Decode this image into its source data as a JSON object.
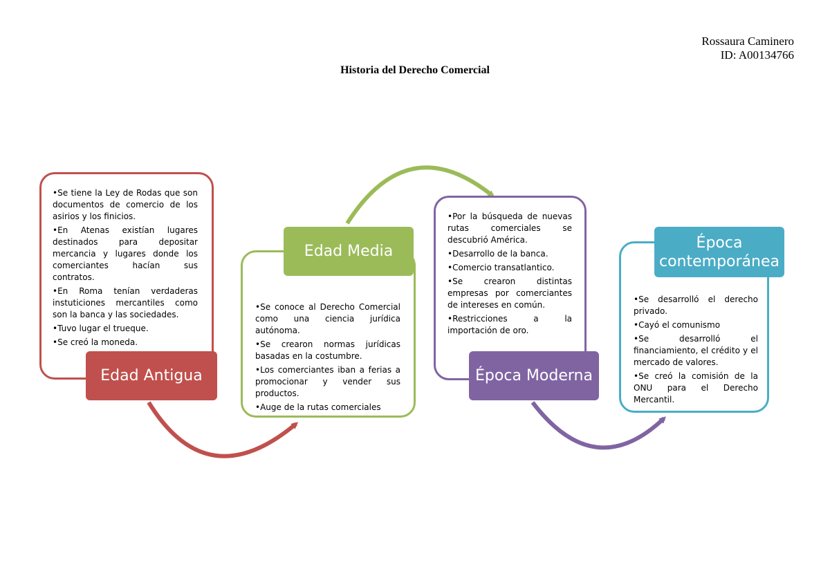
{
  "author": {
    "name": "Rossaura Caminero",
    "id": "ID: A00134766"
  },
  "title": "Historia del Derecho Comercial",
  "colors": {
    "antigua": "#c0504d",
    "media": "#9bbb59",
    "moderna": "#8064a2",
    "contemporanea": "#4bacc6"
  },
  "stages": [
    {
      "label": "Edad Antigua",
      "bullets": [
        "Se tiene la Ley de Rodas que son documentos de comercio de los asirios y los finicios.",
        "En Atenas existían lugares destinados para depositar mercancia y lugares donde los comerciantes hacían sus contratos.",
        "En Roma tenían verdaderas instuticiones mercantiles como son la banca y las sociedades.",
        "Tuvo lugar el trueque.",
        "Se creó la moneda."
      ]
    },
    {
      "label": "Edad Media",
      "bullets": [
        "Se conoce al Derecho Comercial como una ciencia jurídica autónoma.",
        "Se crearon normas jurídicas basadas en la costumbre.",
        "Los comerciantes iban a ferias a promocionar y vender sus productos.",
        "Auge de la rutas comerciales"
      ]
    },
    {
      "label": "Época Moderna",
      "bullets": [
        "Por la búsqueda de nuevas rutas comerciales se descubrió América.",
        "Desarrollo de la banca.",
        "Comercio transatlantico.",
        "Se crearon distintas empresas por comerciantes de intereses en común.",
        "Restricciones a la importación de oro."
      ]
    },
    {
      "label": "Época contemporánea",
      "bullets": [
        "Se desarrolló el derecho privado.",
        "Cayó el comunismo",
        "Se desarrolló el financiamiento, el crédito y el mercado de valores.",
        "Se creó la comisión de la ONU para el Derecho Mercantil."
      ]
    }
  ]
}
